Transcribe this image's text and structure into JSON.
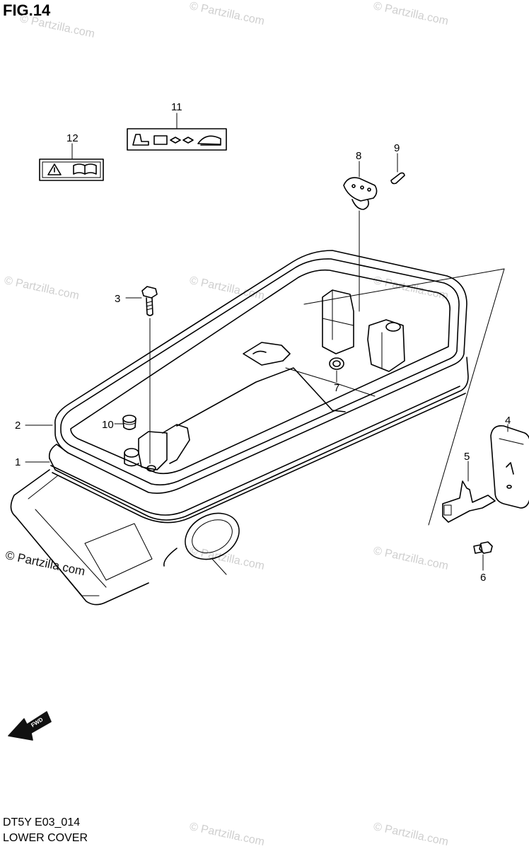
{
  "figure": {
    "title": "FIG.14",
    "code": "DT5Y E03_014",
    "name": "LOWER COVER"
  },
  "watermark": {
    "text": "© Partzilla.com"
  },
  "fwd_marker": {
    "text": "FWD"
  },
  "callouts": [
    {
      "number": "1"
    },
    {
      "number": "2"
    },
    {
      "number": "3"
    },
    {
      "number": "4"
    },
    {
      "number": "5"
    },
    {
      "number": "6"
    },
    {
      "number": "7"
    },
    {
      "number": "8"
    },
    {
      "number": "9"
    },
    {
      "number": "10"
    },
    {
      "number": "11"
    },
    {
      "number": "12"
    }
  ],
  "colors": {
    "line": "#000000",
    "watermark": "#cfcfcf",
    "background": "#ffffff"
  }
}
